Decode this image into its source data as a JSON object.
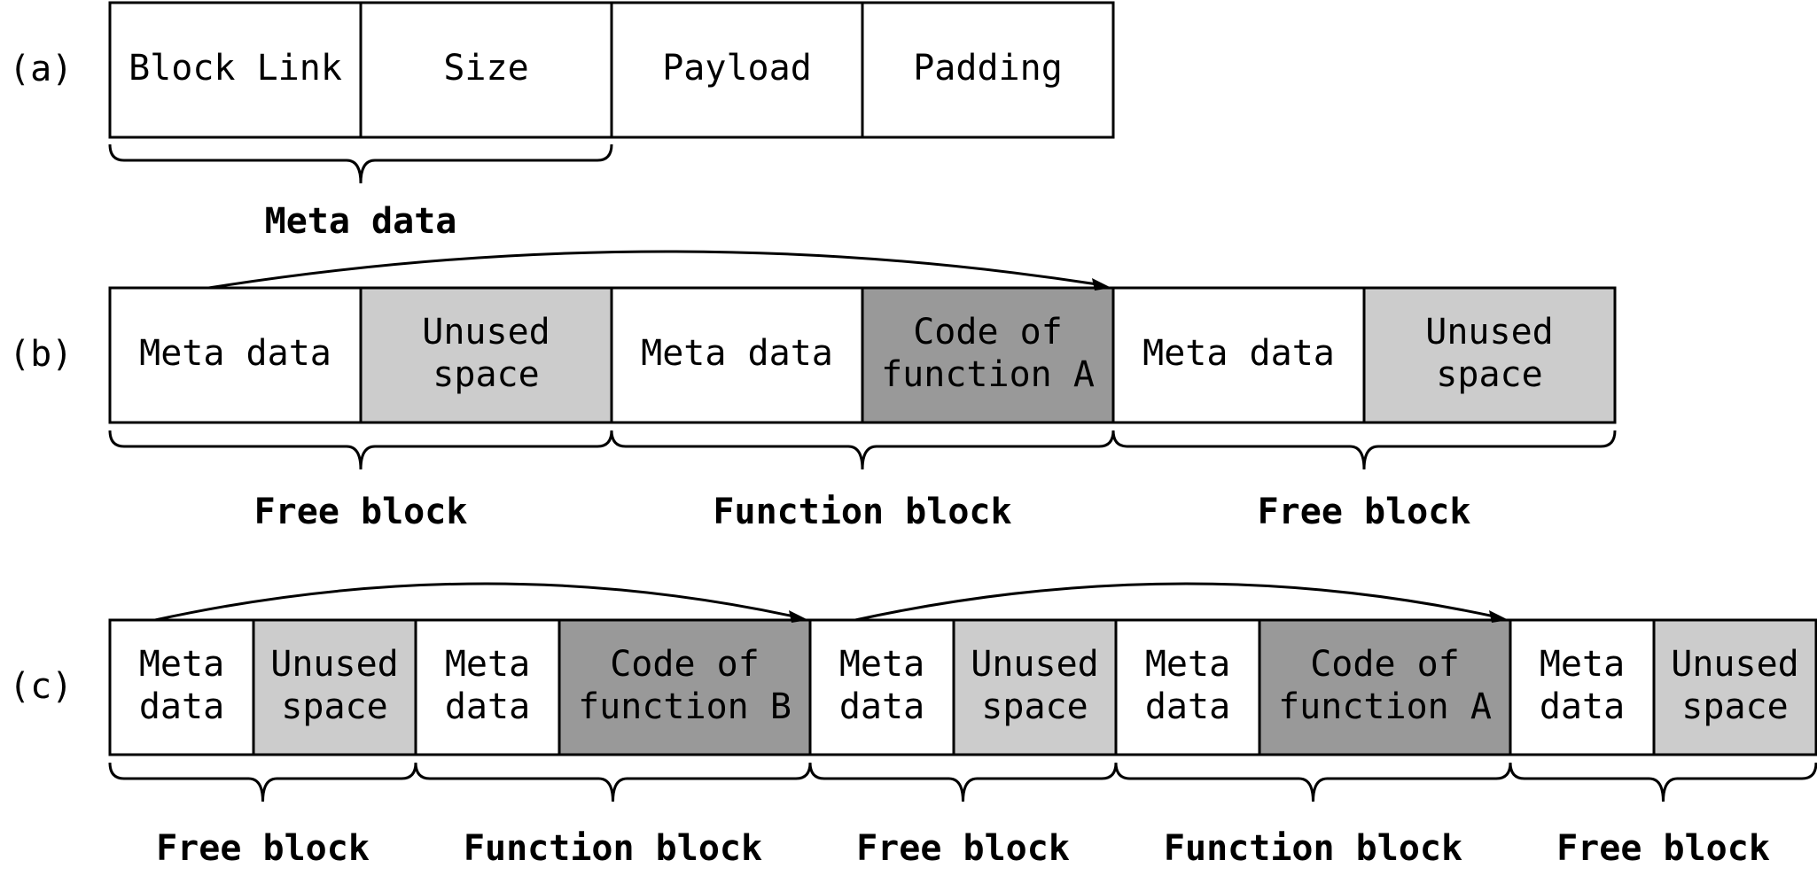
{
  "colors": {
    "white": "#ffffff",
    "light": "#cccccc",
    "dark": "#999999"
  },
  "rows": [
    {
      "id": "a",
      "label": "(a)",
      "cells": [
        {
          "text": "Block Link",
          "fill": "white"
        },
        {
          "text": "Size",
          "fill": "white"
        },
        {
          "text": "Payload",
          "fill": "white"
        },
        {
          "text": "Padding",
          "fill": "white"
        }
      ],
      "groups": [
        {
          "label": "Meta data",
          "first": 0,
          "last": 1
        }
      ],
      "arrows": []
    },
    {
      "id": "b",
      "label": "(b)",
      "cells": [
        {
          "text": "Meta data",
          "fill": "white"
        },
        {
          "text": "Unused\nspace",
          "fill": "light"
        },
        {
          "text": "Meta data",
          "fill": "white"
        },
        {
          "text": "Code of\nfunction A",
          "fill": "dark"
        },
        {
          "text": "Meta data",
          "fill": "white"
        },
        {
          "text": "Unused\nspace",
          "fill": "light"
        }
      ],
      "groups": [
        {
          "label": "Free block",
          "first": 0,
          "last": 1
        },
        {
          "label": "Function block",
          "first": 2,
          "last": 3
        },
        {
          "label": "Free block",
          "first": 4,
          "last": 5
        }
      ],
      "arrows": [
        {
          "from": 0,
          "to": 4
        }
      ]
    },
    {
      "id": "c",
      "label": "(c)",
      "cells": [
        {
          "text": "Meta\ndata",
          "fill": "white"
        },
        {
          "text": "Unused\nspace",
          "fill": "light"
        },
        {
          "text": "Meta\ndata",
          "fill": "white"
        },
        {
          "text": "Code of\nfunction B",
          "fill": "dark"
        },
        {
          "text": "Meta\ndata",
          "fill": "white"
        },
        {
          "text": "Unused\nspace",
          "fill": "light"
        },
        {
          "text": "Meta\ndata",
          "fill": "white"
        },
        {
          "text": "Code of\nfunction A",
          "fill": "dark"
        },
        {
          "text": "Meta\ndata",
          "fill": "white"
        },
        {
          "text": "Unused\nspace",
          "fill": "light"
        }
      ],
      "groups": [
        {
          "label": "Free block",
          "first": 0,
          "last": 1
        },
        {
          "label": "Function block",
          "first": 2,
          "last": 3
        },
        {
          "label": "Free block",
          "first": 4,
          "last": 5
        },
        {
          "label": "Function block",
          "first": 6,
          "last": 7
        },
        {
          "label": "Free block",
          "first": 8,
          "last": 9
        }
      ],
      "arrows": [
        {
          "from": 0,
          "to": 4
        },
        {
          "from": 4,
          "to": 8
        }
      ]
    }
  ]
}
